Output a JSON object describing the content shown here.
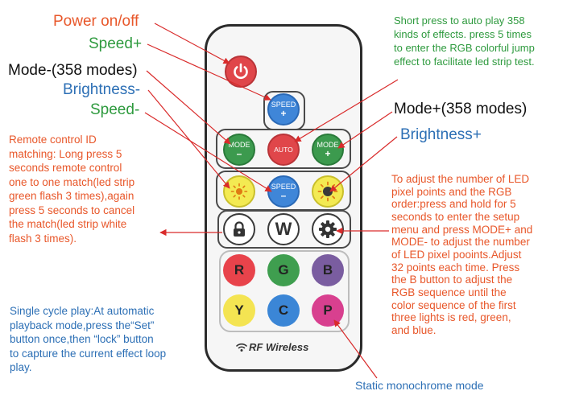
{
  "labels": {
    "power": "Power on/off",
    "speed_plus": "Speed+",
    "mode_minus": "Mode-(358 modes)",
    "brightness_minus": "Brightness-",
    "speed_minus": "Speed-",
    "mode_plus": "Mode+(358 modes)",
    "brightness_plus": "Brightness+",
    "static": "Static monochrome mode"
  },
  "paragraphs": {
    "auto_play": "Short press to auto play 358\nkinds of effects. press 5 times\nto enter the RGB colorful jump\neffect to facilitate led strip test.",
    "remote_id": "Remote control ID\nmatching: Long press 5\nseconds remote control\none to one match(led strip\ngreen flash 3 times),again\npress 5 seconds to cancel\nthe match(led strip white\nflash 3 times).",
    "setup": "To adjust the number of LED\npixel points and the RGB\norder:press and hold for 5\nseconds to enter the setup\nmenu and press MODE+ and\nMODE- to adjust the number\nof LED pixel pooints.Adjust\n32 points each time. Press\nthe B button to adjust the\nRGB sequence until the\ncolor sequence of the first\nthree lights is red, green,\nand blue.",
    "single_cycle": "Single cycle play:At automatic\nplayback mode,press the“Set”\nbutton once,then “lock” button\nto capture the current effect loop\nplay."
  },
  "remote": {
    "speed_word": "SPEED",
    "mode_word": "MODE",
    "plus": "+",
    "minus": "–",
    "auto": "AUTO",
    "w": "W",
    "r": "R",
    "g": "G",
    "b": "B",
    "y": "Y",
    "c": "C",
    "p": "P",
    "brand": "RF Wireless",
    "icons": [
      "power-icon",
      "sun-icon",
      "lock-icon",
      "gear-icon",
      "wifi-icon"
    ]
  },
  "colors": {
    "orange_text": "#e8572a",
    "green_text": "#2e9a3e",
    "blue_text": "#2c6fb5",
    "black_text": "#111111",
    "arrow": "#d92b2b",
    "power_btn": "#e0464a",
    "speed_btn": "#3f86d8",
    "mode_btn": "#3c9a4e",
    "auto_btn": "#e0464a",
    "sun_btn": "#f3ea52",
    "red_btn": "#e8434b",
    "green_btn": "#3f9e4f",
    "purple_btn": "#7a5da0",
    "yellow_btn": "#f4e452",
    "cyan_btn": "#3b86d6",
    "pink_btn": "#d8408f"
  }
}
